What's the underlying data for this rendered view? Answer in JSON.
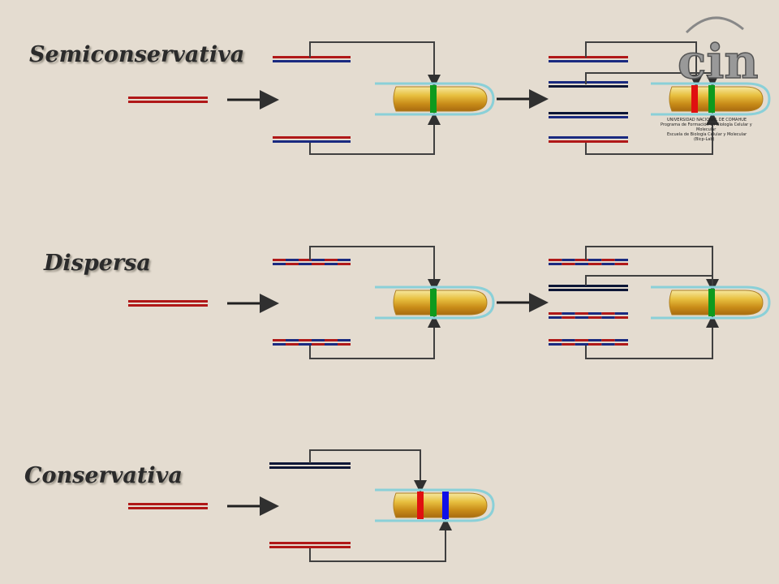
{
  "titles": {
    "semiconservativa": "Semiconservativa",
    "dispersa": "Dispersa",
    "conservativa": "Conservativa"
  },
  "logo": {
    "letters": "cin",
    "line1": "UNIVERSIDAD NACIONAL DE COMAHUE",
    "line2": "Programa de Formación en Biología  Celular y",
    "line3": "Molecular",
    "line4": "Escuela de Biología Celular y Molecular",
    "line5": "(Bicp-Lab)"
  },
  "colors": {
    "background": "#e4dcd0",
    "dna_red": "#b01818",
    "dna_blue": "#1a2a80",
    "dna_navy": "#0c1636",
    "band_green": "#0e9a1e",
    "band_red": "#e01010",
    "band_blue": "#1010e8",
    "tube_yellow": "#e0b030",
    "tube_rim": "#8ad0d8",
    "connector": "#404040"
  }
}
